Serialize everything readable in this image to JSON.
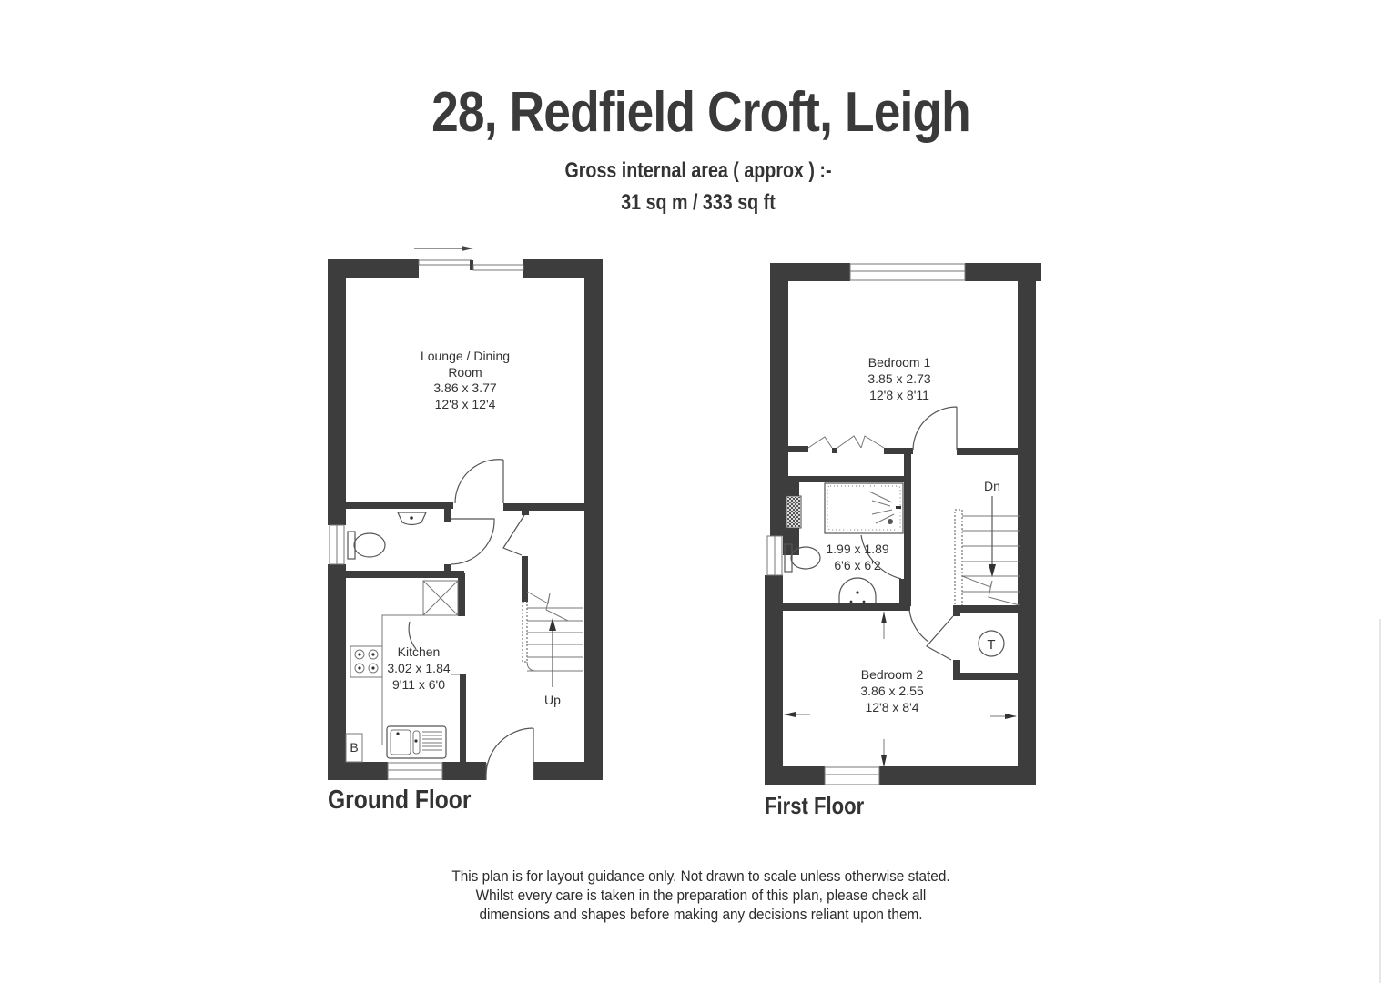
{
  "header": {
    "title": "28, Redfield Croft, Leigh",
    "area_label": "Gross internal area ( approx ) :-",
    "area_value": "31 sq m  /  333 sq ft"
  },
  "floors": {
    "ground": {
      "label": "Ground Floor",
      "rooms": [
        {
          "name_line1": "Lounge / Dining",
          "name_line2": "Room",
          "metric": "3.86 x 3.77",
          "imperial": "12'8 x 12'4"
        },
        {
          "name_line1": "Kitchen",
          "metric": "3.02 x 1.84",
          "imperial": "9'11 x 6'0"
        }
      ],
      "stairs_label": "Up",
      "boiler_label": "B"
    },
    "first": {
      "label": "First Floor",
      "rooms": [
        {
          "name_line1": "Bedroom 1",
          "metric": "3.85 x 2.73",
          "imperial": "12'8 x 8'11"
        },
        {
          "name_line1": "",
          "metric": "1.99 x 1.89",
          "imperial": "6'6 x 6'2"
        },
        {
          "name_line1": "Bedroom 2",
          "metric": "3.86 x 2.55",
          "imperial": "12'8 x 8'4"
        }
      ],
      "stairs_label": "Dn",
      "tank_label": "T"
    }
  },
  "disclaimer": {
    "line1": "This plan is for layout guidance only. Not drawn to scale unless otherwise stated.",
    "line2": "Whilst every care is taken in the preparation of this plan, please check all",
    "line3": "dimensions and shapes before making any decisions reliant upon them."
  },
  "colors": {
    "wall": "#3d3d3d",
    "background": "#ffffff",
    "text": "#333333"
  }
}
